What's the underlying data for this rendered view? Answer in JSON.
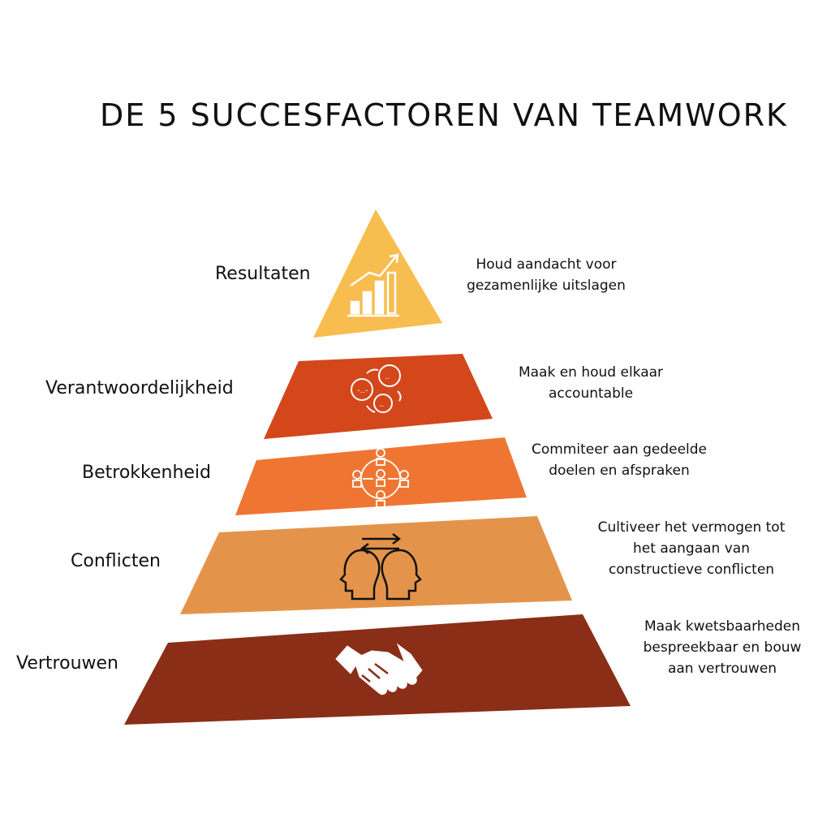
{
  "title": "DE 5 SUCCESFACTOREN VAN TEAMWORK",
  "levels": [
    {
      "label": "Resultaten",
      "description": [
        "Houd aandacht voor",
        "gezamenlijke uitslagen"
      ],
      "color": "#f7bd4f",
      "icon": "growth-chart-icon"
    },
    {
      "label": "Verantwoordelijkheid",
      "description": [
        "Maak en houd elkaar",
        "accountable"
      ],
      "color": "#d4471a",
      "icon": "chat-bubbles-icon"
    },
    {
      "label": "Betrokkenheid",
      "description": [
        "Commiteer aan gedeelde",
        "doelen en afspraken"
      ],
      "color": "#ef7632",
      "icon": "team-network-icon"
    },
    {
      "label": "Conflicten",
      "description": [
        "Cultiveer het vermogen tot",
        "het aangaan van",
        "constructieve conflicten"
      ],
      "color": "#e4944a",
      "icon": "heads-exchange-icon"
    },
    {
      "label": "Vertrouwen",
      "description": [
        "Maak kwetsbaarheden",
        "bespreekbaar en bouw",
        "aan vertrouwen"
      ],
      "color": "#8a2e17",
      "icon": "handshake-icon"
    }
  ]
}
